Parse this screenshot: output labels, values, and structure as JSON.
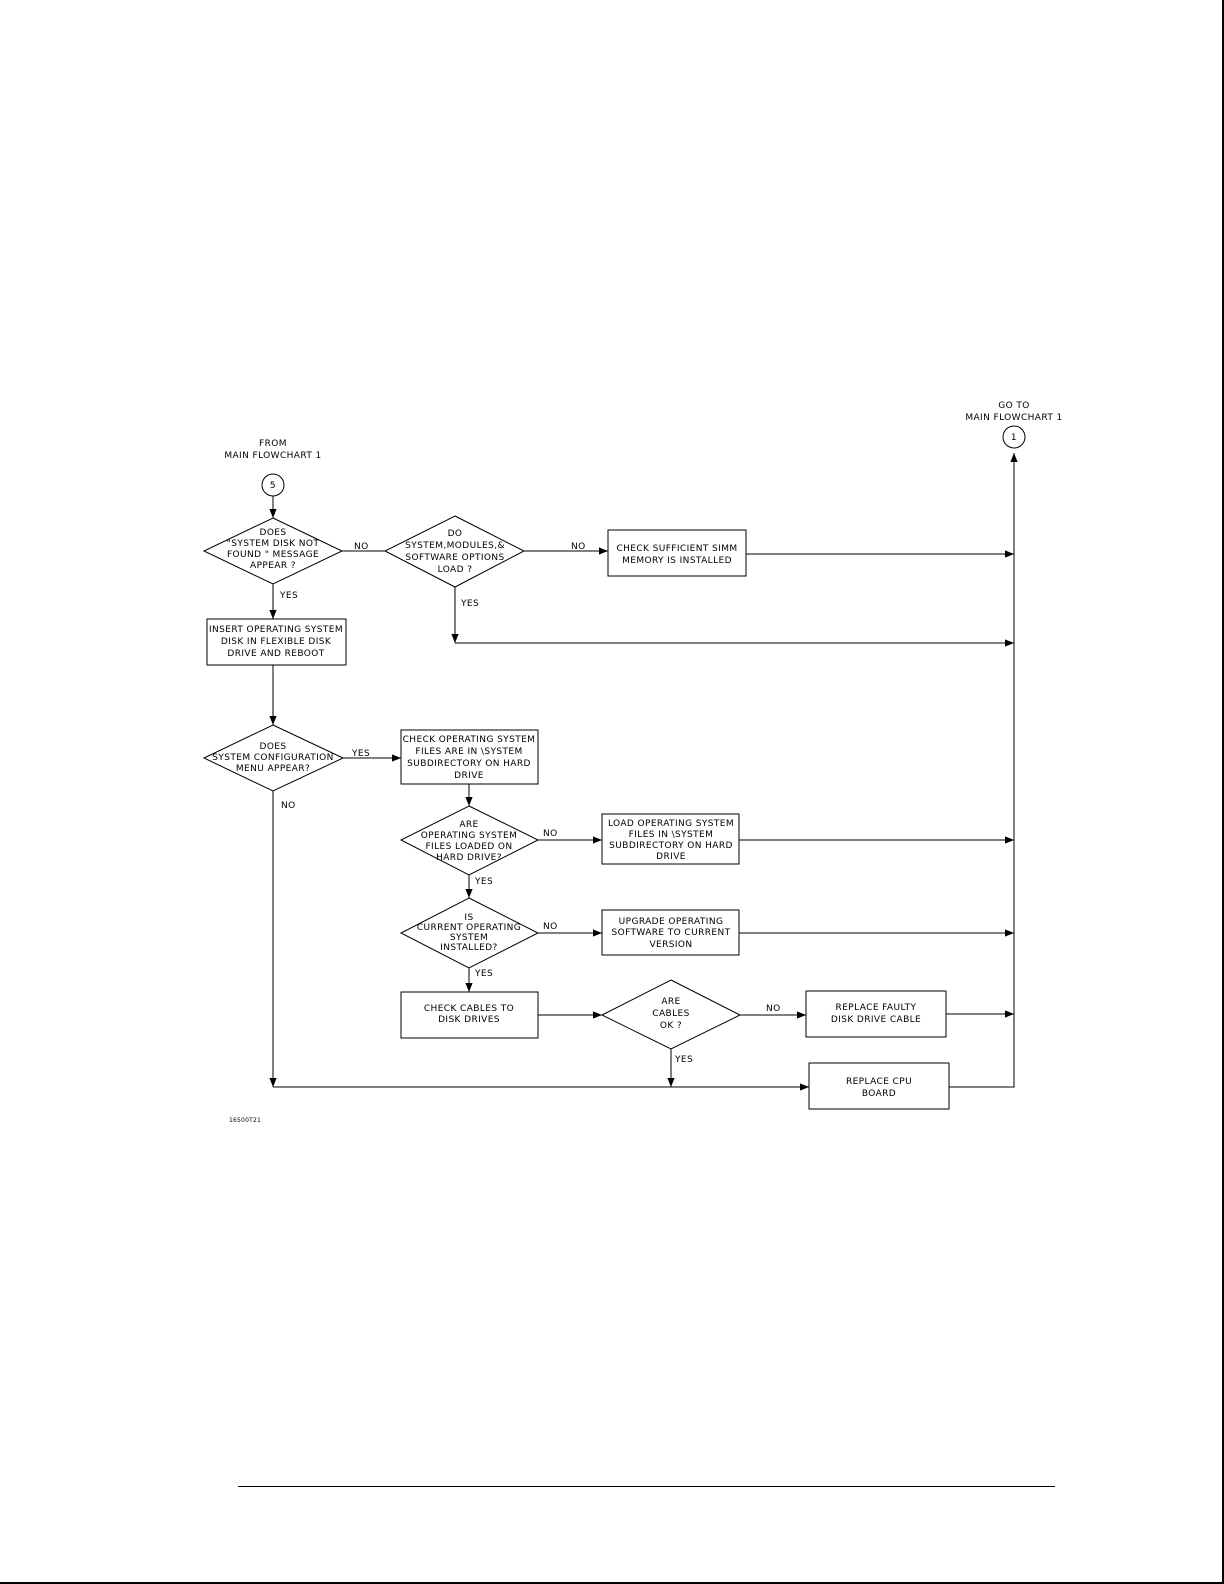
{
  "connectors": {
    "from_label": [
      "FROM",
      "MAIN FLOWCHART 1"
    ],
    "from_number": "5",
    "goto_label": [
      "GO TO",
      "MAIN FLOWCHART 1"
    ],
    "goto_number": "1"
  },
  "decisions": {
    "d1": [
      "DOES",
      "\"SYSTEM DISK NOT",
      "FOUND \" MESSAGE",
      "APPEAR ?"
    ],
    "d2": [
      "DO",
      "SYSTEM,MODULES,&",
      "SOFTWARE OPTIONS",
      "LOAD ?"
    ],
    "d3": [
      "DOES",
      "SYSTEM CONFIGURATION",
      "MENU APPEAR?"
    ],
    "d4": [
      "ARE",
      "OPERATING SYSTEM",
      "FILES LOADED ON",
      "HARD DRIVE?"
    ],
    "d5": [
      "IS",
      "CURRENT OPERATING",
      "SYSTEM",
      "INSTALLED?"
    ],
    "d6": [
      "ARE",
      "CABLES",
      "OK ?"
    ]
  },
  "processes": {
    "p_simm": [
      "CHECK SUFFICIENT SIMM",
      "MEMORY IS INSTALLED"
    ],
    "p_insert": [
      "INSERT OPERATING SYSTEM",
      "DISK IN FLEXIBLE DISK",
      "DRIVE AND REBOOT"
    ],
    "p_check_files": [
      "CHECK OPERATING SYSTEM",
      "FILES ARE IN \\SYSTEM",
      "SUBDIRECTORY ON HARD",
      "DRIVE"
    ],
    "p_load_files": [
      "LOAD OPERATING SYSTEM",
      "FILES IN \\SYSTEM",
      "SUBDIRECTORY ON HARD",
      "DRIVE"
    ],
    "p_upgrade": [
      "UPGRADE OPERATING",
      "SOFTWARE TO CURRENT",
      "VERSION"
    ],
    "p_cables": [
      "CHECK CABLES TO",
      "DISK DRIVES"
    ],
    "p_replace_cable": [
      "REPLACE FAULTY",
      "DISK DRIVE CABLE"
    ],
    "p_cpu": [
      "REPLACE CPU",
      "BOARD"
    ]
  },
  "edge_labels": {
    "yes": "YES",
    "no": "NO"
  },
  "figure_id": "16500T21"
}
